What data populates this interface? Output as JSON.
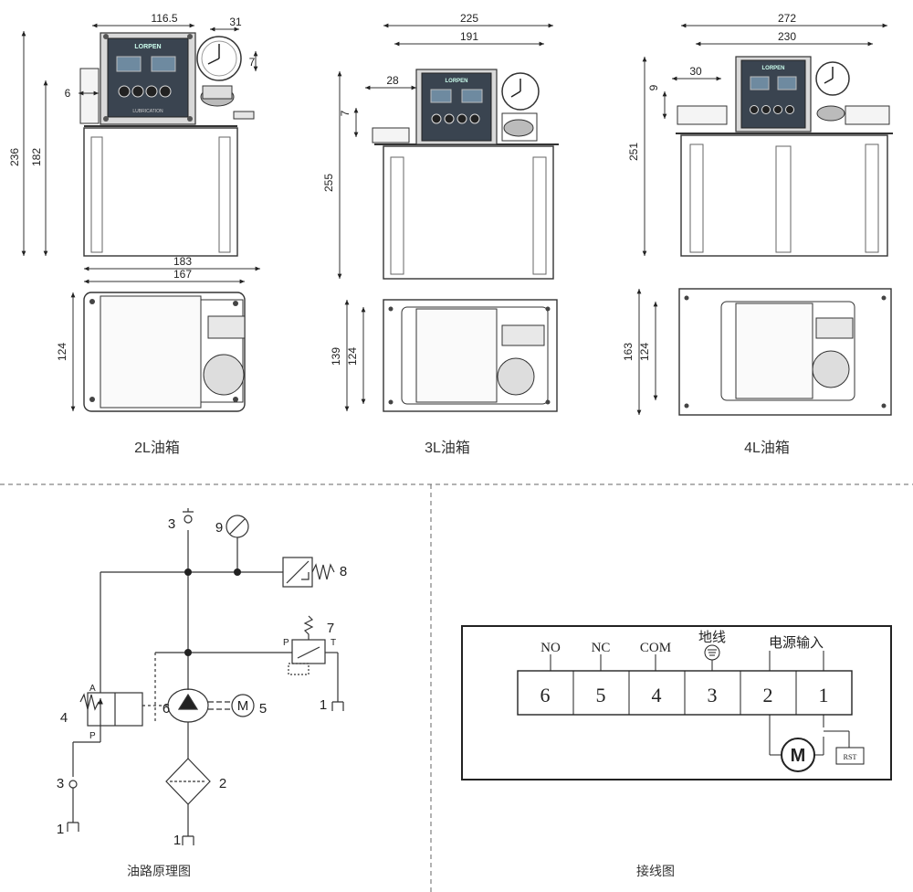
{
  "tanks": [
    {
      "caption": "2L油箱",
      "front_dims": {
        "width": "116.5",
        "gauge": "31",
        "gauge_small": "7",
        "side": "6",
        "height_total": "236",
        "height_body": "182"
      },
      "top_dims": {
        "width_outer": "183",
        "width_inner": "167",
        "depth": "124"
      }
    },
    {
      "caption": "3L油箱",
      "front_dims": {
        "width_outer": "225",
        "width_inner": "191",
        "offset": "28",
        "bracket": "7",
        "height": "255"
      },
      "top_dims": {
        "depth_outer": "139",
        "depth_inner": "124"
      }
    },
    {
      "caption": "4L油箱",
      "front_dims": {
        "width_outer": "272",
        "width_inner": "230",
        "offset": "30",
        "bracket": "9",
        "height": "251"
      },
      "top_dims": {
        "depth_outer": "163",
        "depth_inner": "124"
      }
    }
  ],
  "panel_brand": "LORPEN",
  "panel_caption": "LUBRICATION",
  "hydraulic": {
    "caption": "油路原理图",
    "labels": [
      "1",
      "1",
      "1",
      "2",
      "3",
      "3",
      "4",
      "5",
      "6",
      "7",
      "8",
      "9"
    ],
    "port_labels": {
      "A": "A",
      "P": "P",
      "P2": "P",
      "T": "T"
    },
    "motor": "M"
  },
  "wiring": {
    "caption": "接线图",
    "headers": [
      "NO",
      "NC",
      "COM",
      "地线",
      "电源输入"
    ],
    "terminals": [
      "6",
      "5",
      "4",
      "3",
      "2",
      "1"
    ],
    "motor": "M",
    "rst": "RST"
  }
}
